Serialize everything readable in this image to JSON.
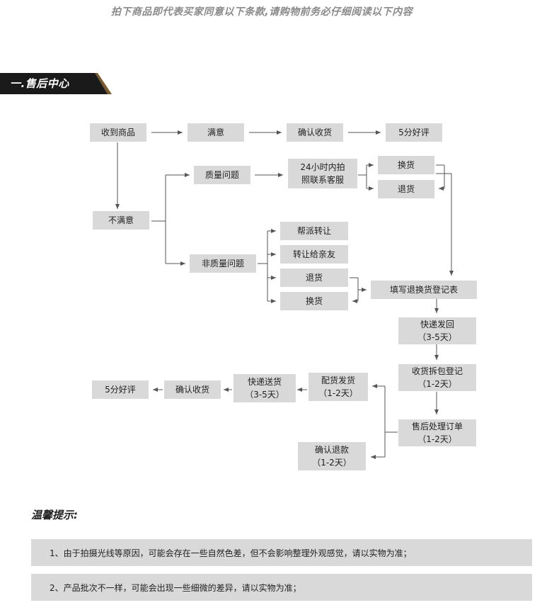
{
  "header": {
    "notice": "拍下商品即代表买家同意以下条款,请购物前务必仔细阅读以下内容"
  },
  "section": {
    "title": "一.售后中心"
  },
  "flow": {
    "received": "收到商品",
    "satisfied": "满意",
    "confirm1": "确认收货",
    "review1": "5分好评",
    "not_satisfied": "不满意",
    "quality": "质量问题",
    "h24_line1": "24小时内拍",
    "h24_line2": "照联系客服",
    "exchange1": "换货",
    "return1": "退货",
    "non_quality": "非质量问题",
    "resell": "帮派转让",
    "gift": "转让给亲友",
    "return2": "退货",
    "exchange2": "换货",
    "fill_form": "填写退换货登记表",
    "express_back_line1": "快递发回",
    "express_back_line2": "（3-5天）",
    "unpack_line1": "收货拆包登记",
    "unpack_line2": "（1-2天）",
    "process_line1": "售后处理订单",
    "process_line2": "（1-2天）",
    "ship_line1": "配货发货",
    "ship_line2": "（1-2天）",
    "deliver_line1": "快递送货",
    "deliver_line2": "（3-5天）",
    "confirm2": "确认收货",
    "review2": "5分好评",
    "refund_line1": "确认退款",
    "refund_line2": "（1-2天）"
  },
  "tips": {
    "title": "温馨提示:",
    "items": [
      "1、由于拍摄光线等原因，可能会存在一些自然色差，但不会影响整理外观感觉，请以实物为准；",
      "2、产品批次不一样，可能会出现一些细微的差异，请以实物为准；"
    ]
  },
  "colors": {
    "box": "#d9d9d9",
    "bar": "#1a1a1a",
    "bar_accent": "#7a5a2e",
    "line": "#555555"
  }
}
